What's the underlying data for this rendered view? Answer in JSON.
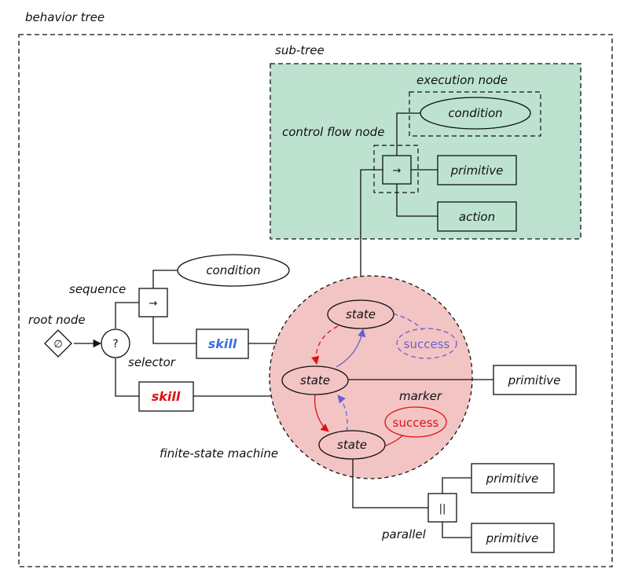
{
  "labels": {
    "behavior_tree": "behavior tree",
    "sub_tree": "sub-tree",
    "execution_node": "execution node",
    "control_flow_node": "control flow node",
    "sequence": "sequence",
    "root_node": "root node",
    "selector": "selector",
    "finite_state_machine": "finite-state machine",
    "marker": "marker",
    "parallel": "parallel"
  },
  "nodes": {
    "subtree_condition": "condition",
    "subtree_sequence_symbol": "→",
    "subtree_primitive": "primitive",
    "subtree_action": "action",
    "condition": "condition",
    "sequence_symbol": "→",
    "root_symbol": "∅",
    "selector_symbol": "?",
    "skill_blue": "skill",
    "skill_red": "skill",
    "state_top": "state",
    "state_mid": "state",
    "state_bottom": "state",
    "success_blue": "success",
    "success_red": "success",
    "primitive_right": "primitive",
    "parallel_symbol": "||",
    "primitive_parallel_top": "primitive",
    "primitive_parallel_bottom": "primitive"
  },
  "colors": {
    "subtree_fill": "#bde3d0",
    "fsm_fill": "#f3c4c4",
    "state_fill": "#f3c4c4",
    "blue": "#3a6fe0",
    "blue_arrow": "#6a5fcf",
    "red": "#e01010"
  }
}
